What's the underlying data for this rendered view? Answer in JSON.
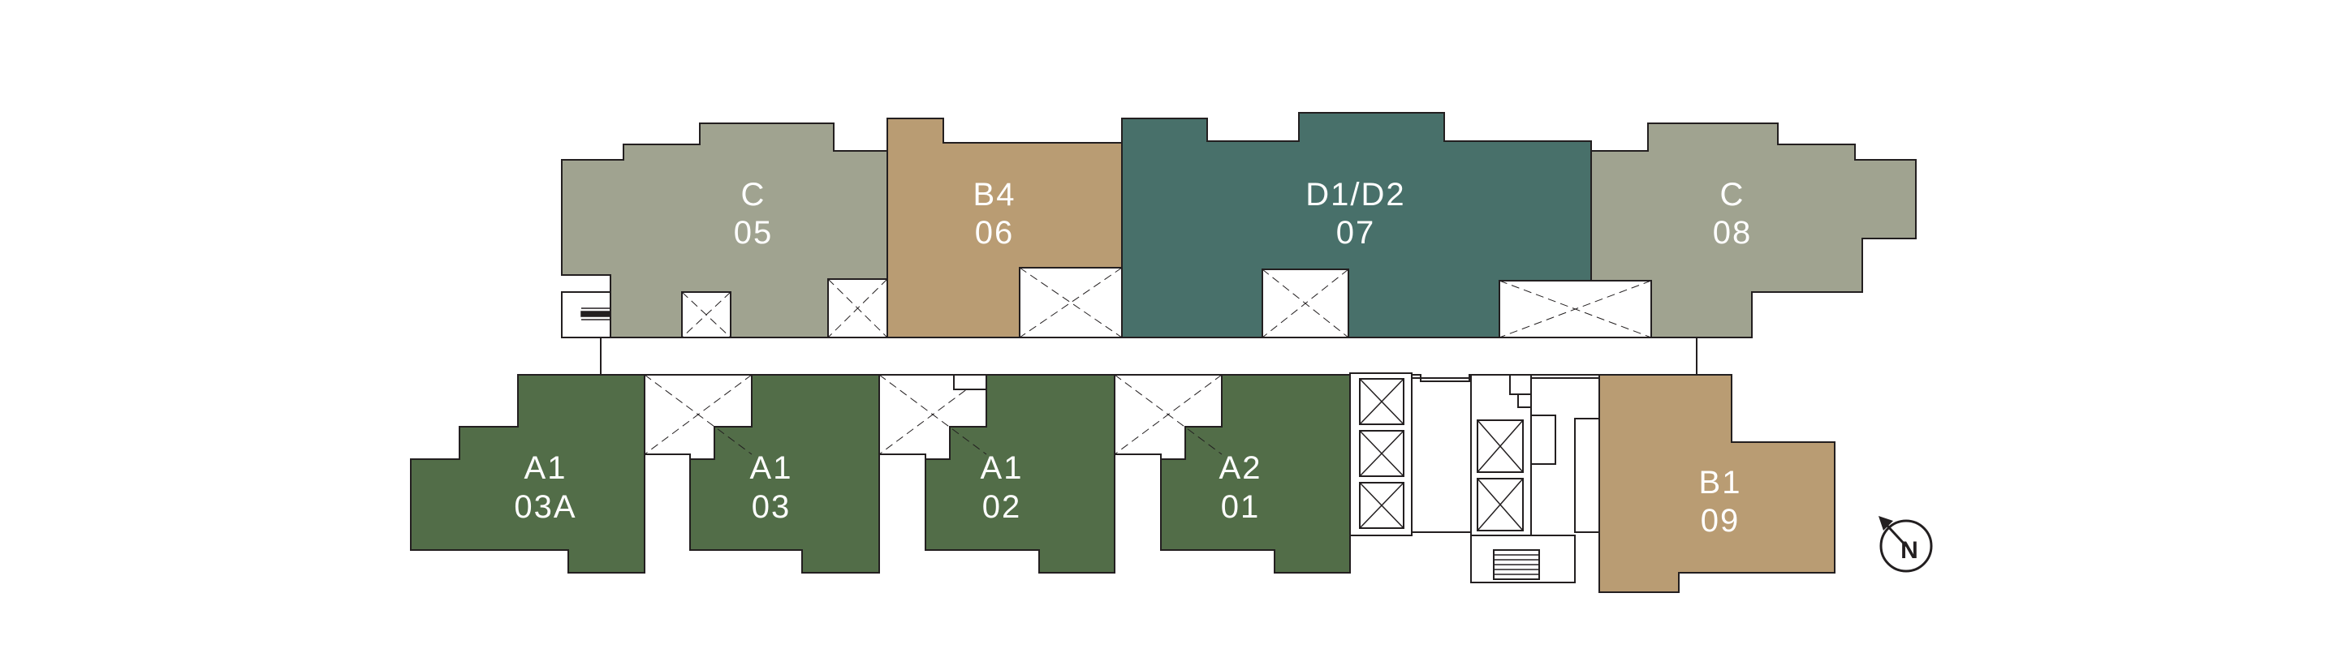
{
  "colors": {
    "type_c": "#a0a390",
    "type_b": "#b99c73",
    "type_d": "#48706a",
    "type_a": "#526d48",
    "line": "#231f20"
  },
  "units": {
    "u05": {
      "type": "C",
      "number": "05"
    },
    "u06": {
      "type": "B4",
      "number": "06"
    },
    "u07": {
      "type": "D1/D2",
      "number": "07"
    },
    "u08": {
      "type": "C",
      "number": "08"
    },
    "u03a": {
      "type": "A1",
      "number": "03A"
    },
    "u03": {
      "type": "A1",
      "number": "03"
    },
    "u02": {
      "type": "A1",
      "number": "02"
    },
    "u01": {
      "type": "A2",
      "number": "01"
    },
    "u09": {
      "type": "B1",
      "number": "09"
    }
  },
  "compass": {
    "label": "N",
    "icon": "north-arrow-icon"
  }
}
